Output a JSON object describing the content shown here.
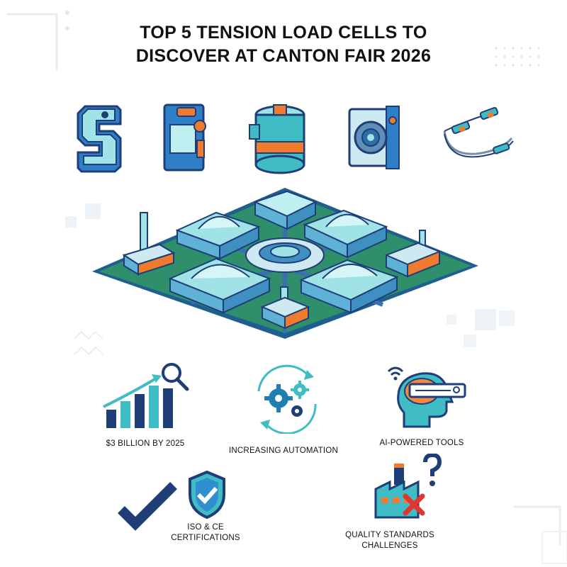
{
  "title": {
    "line1": "TOP 5 TENSION LOAD CELLS TO",
    "line2": "DISCOVER AT CANTON FAIR 2026"
  },
  "products": [
    {
      "icon": "s-type-load-cell-icon"
    },
    {
      "icon": "bar-load-cell-icon"
    },
    {
      "icon": "canister-load-cell-icon"
    },
    {
      "icon": "pancake-load-cell-icon"
    },
    {
      "icon": "tension-cable-sensor-icon"
    }
  ],
  "center_illustration": {
    "icon": "isometric-fair-complex-illustration"
  },
  "features": [
    {
      "icon": "market-growth-chart-icon",
      "label": "$3 BILLION BY 2025"
    },
    {
      "icon": "automation-gears-icon",
      "label": "INCREASING AUTOMATION"
    },
    {
      "icon": "ai-head-icon",
      "label": "AI-POWERED TOOLS"
    },
    {
      "icon": "certification-shield-icon",
      "label_line1": "ISO & CE",
      "label_line2": "CERTIFICATIONS"
    },
    {
      "icon": "factory-question-icon",
      "label_line1": "QUALITY STANDARDS",
      "label_line2": "CHALLENGES"
    }
  ],
  "colors": {
    "navy": "#1f3e78",
    "teal": "#3fbcc4",
    "light_teal": "#9fe3e6",
    "orange": "#f07a2e",
    "red": "#e0362b",
    "green_floor": "#2e8f6a"
  }
}
